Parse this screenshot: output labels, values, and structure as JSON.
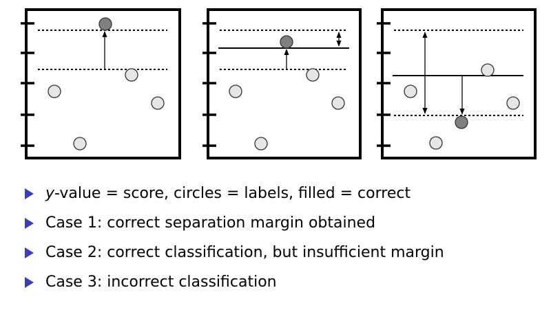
{
  "colors": {
    "frame": "#000000",
    "circle_fill": "#e6e6e6",
    "filled_fill": "#808080",
    "bullet": "#3b3fb6"
  },
  "bullets": [
    {
      "lead": "y",
      "text": "-value = score, circles = labels, filled = correct"
    },
    {
      "text": "Case 1: correct separation margin obtained"
    },
    {
      "text": "Case 2: correct classification, but insufficient margin"
    },
    {
      "text": "Case 3: incorrect classification"
    }
  ]
}
